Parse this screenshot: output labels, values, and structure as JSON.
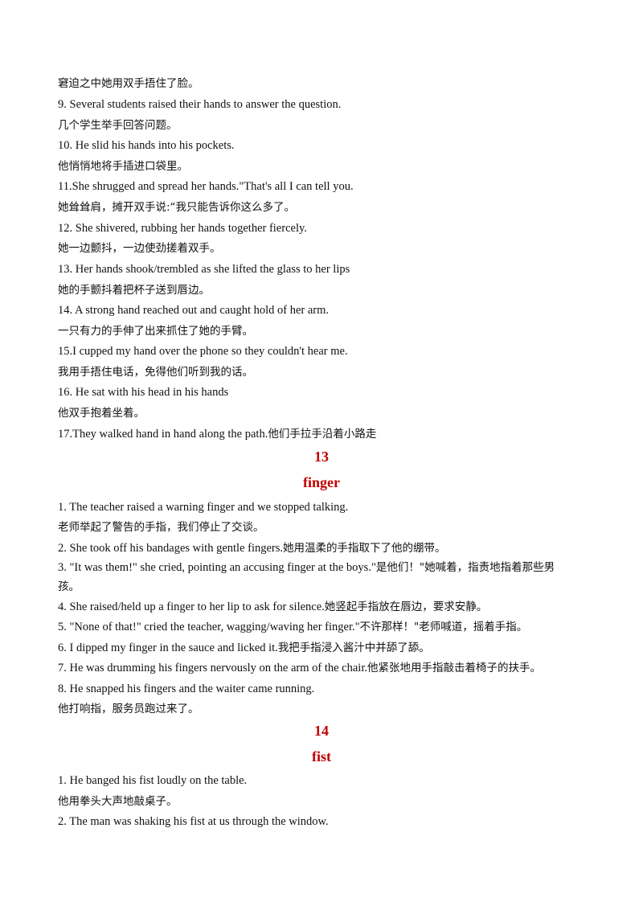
{
  "section12_tail": {
    "lines": [
      "窘迫之中她用双手捂住了脸。",
      "9. Several students raised their hands to answer the question.",
      "几个学生举手回答问题。",
      "10. He slid his hands into his pockets.",
      "他悄悄地将手插进口袋里。",
      "11.She shrugged and spread her hands.\"That's all I can tell you.",
      "她耸耸肩，摊开双手说:“我只能告诉你这么多了。",
      "12. She shivered, rubbing her hands together fiercely.",
      "她一边颤抖，一边使劲搓着双手。",
      "13. Her hands shook/trembled as she lifted the glass to her lips",
      "她的手颤抖着把杯子送到唇边。",
      "14. A strong hand reached out and caught hold of her arm.",
      "一只有力的手伸了出来抓住了她的手臂。",
      "15.I cupped my hand over the phone so they couldn't hear me.",
      "我用手捂住电话，免得他们听到我的话。",
      "16. He sat with his head in his hands",
      "他双手抱着坐着。"
    ],
    "line17_en": "17.They walked hand in hand along the path.",
    "line17_cn": "他们手拉手沿着小路走"
  },
  "section13": {
    "number": "13",
    "word": "finger",
    "items": [
      {
        "en": "1.  The teacher raised a warning finger and we stopped talking.",
        "cn": ""
      },
      {
        "en": "",
        "cn": "老师举起了警告的手指，我们停止了交谈。"
      },
      {
        "en": "2. She took off his bandages with gentle fingers.",
        "cn": "她用温柔的手指取下了他的绷带。"
      },
      {
        "en": "3. \"It was them!\" she cried, pointing an accusing finger at the boys.\"",
        "cn": "是他们！\"她喊着，指责地指着那些男"
      },
      {
        "en": "",
        "cn": "孩。"
      },
      {
        "en": "4. She raised/held up a finger to her lip to ask for silence.",
        "cn": "她竖起手指放在唇边，要求安静。"
      },
      {
        "en": "5. \"None of that!\" cried the teacher, wagging/waving her finger.\"",
        "cn": "不许那样！\"老师喊道，摇着手指。"
      },
      {
        "en": "6. I dipped my finger in the sauce and licked it.",
        "cn": "我把手指浸入酱汁中并舔了舔。"
      },
      {
        "en": "7. He was drumming his fingers nervously on the arm of the chair.",
        "cn": "他紧张地用手指敲击着椅子的扶手。"
      },
      {
        "en": "8. He snapped his fingers and the waiter came running.",
        "cn": ""
      },
      {
        "en": "",
        "cn": "他打响指，服务员跑过来了。"
      }
    ]
  },
  "section14": {
    "number": "14",
    "word": "fist",
    "items": [
      {
        "en": "1.  He banged his fist loudly on the table.",
        "cn": ""
      },
      {
        "en": "",
        "cn": "他用拳头大声地敲桌子。"
      },
      {
        "en": "2. The man was shaking his fist at us through the window.",
        "cn": ""
      }
    ]
  }
}
